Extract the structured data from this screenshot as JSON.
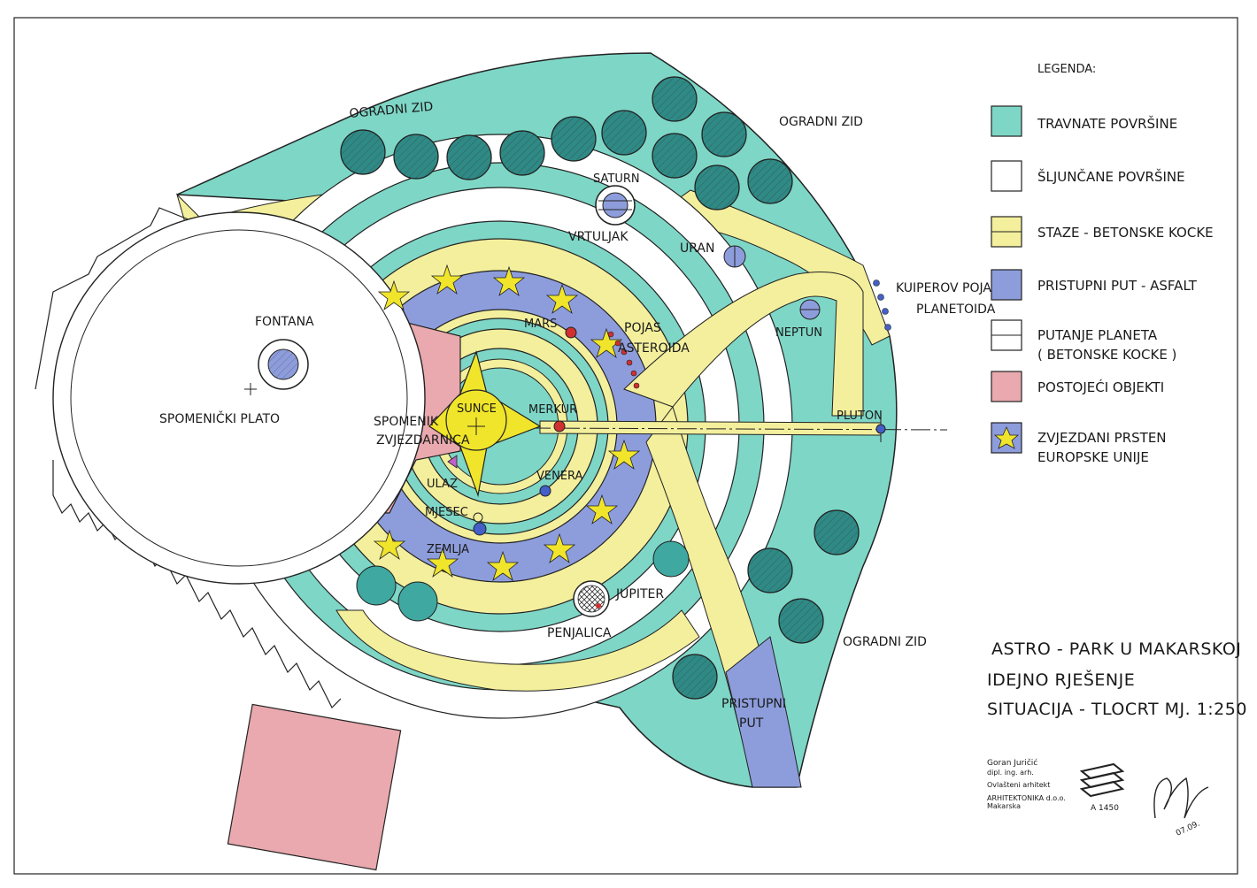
{
  "labels": {
    "ogradni_zid_top_left": "OGRADNI ZID",
    "ogradni_zid_top_right": "OGRADNI ZID",
    "ogradni_zid_bottom": "OGRADNI ZID",
    "saturn": "SATURN",
    "vrtuljak": "VRTULJAK",
    "uran": "URAN",
    "neptun": "NEPTUN",
    "pluton": "PLUTON",
    "kuiper_line1": "KUIPEROV POJAS",
    "kuiper_line2": "PLANETOIDA",
    "fontana": "FONTANA",
    "spomenicki_plato": "SPOMENIČKI PLATO",
    "mars": "MARS",
    "pojas_line1": "POJAS",
    "pojas_line2": "ASTEROIDA",
    "sunce": "SUNCE",
    "merkur": "MERKUR",
    "spomenik_line1": "SPOMENIK",
    "spomenik_line2": "ZVJEZDARNICA",
    "venera": "VENERA",
    "ulaz": "ULAZ",
    "mjesec": "MJESEC",
    "zemlja": "ZEMLJA",
    "jupiter": "JUPITER",
    "penjalica": "PENJALICA",
    "pristupni_line1": "PRISTUPNI",
    "pristupni_line2": "PUT"
  },
  "legend": {
    "title": "LEGENDA:",
    "items": [
      {
        "label": "TRAVNATE POVRŠINE",
        "color": "#7ed6c6"
      },
      {
        "label": "ŠLJUNČANE POVRŠINE",
        "color": "#ffffff"
      },
      {
        "label": "STAZE - BETONSKE KOCKE",
        "color": "#f3ef9c"
      },
      {
        "label": "PRISTUPNI PUT - ASFALT",
        "color": "#8d9ddc"
      },
      {
        "label": "PUTANJE PLANETA",
        "label2": "( BETONSKE KOCKE )",
        "color": "#ffffff"
      },
      {
        "label": "POSTOJEĆI OBJEKTI",
        "color": "#e9a9ae"
      },
      {
        "label": "ZVJEZDANI PRSTEN",
        "label2": "EUROPSKE UNIJE",
        "color": "#8d9ddc"
      }
    ]
  },
  "title_block": {
    "line1": "ASTRO - PARK U MAKARSKOJ",
    "line2": "IDEJNO RJEŠENJE",
    "line3": "SITUACIJA - TLOCRT  MJ. 1:250"
  },
  "stamp": {
    "name": "Goran Juričić",
    "degree": "dipl. ing. arh.",
    "role": "Ovlašteni arhitekt",
    "company": "ARHITEKTONIKA d.o.o.",
    "city": "Makarska",
    "number": "A 1450",
    "signature_date": "07.09."
  },
  "colors": {
    "grass": "#7ed6c6",
    "path": "#f3ef9c",
    "asphalt": "#8d9ddc",
    "existing": "#e9a9ae",
    "sun": "#f0e52a",
    "star": "#f0e52a",
    "tree": "#2f8a86"
  }
}
